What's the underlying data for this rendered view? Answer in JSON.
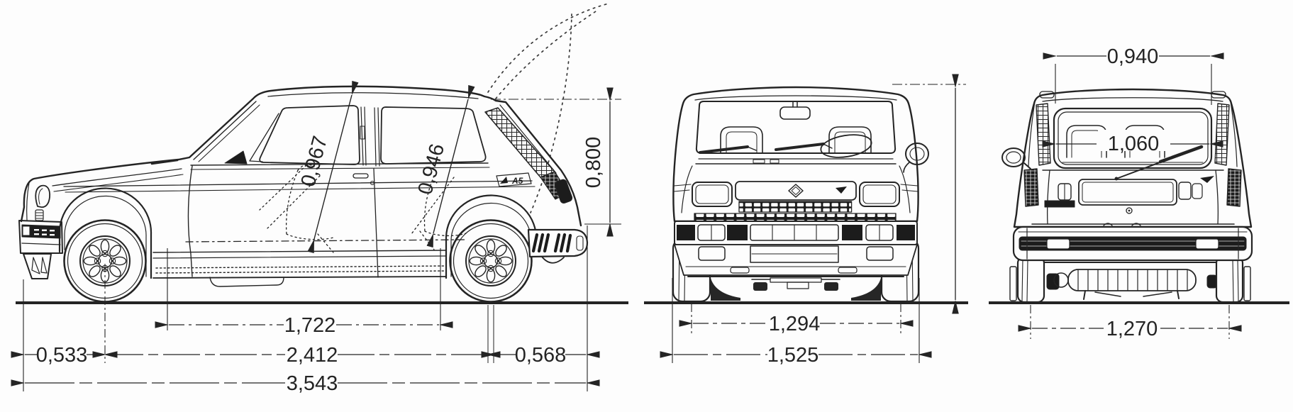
{
  "dimensions": {
    "side": {
      "interior_height_front": "0,967",
      "interior_height_rear": "0,946",
      "tailgate_height": "0,800",
      "interior_length": "1,722",
      "front_overhang": "0,533",
      "wheelbase": "2,412",
      "rear_overhang": "0,568",
      "overall_length": "3,543"
    },
    "front": {
      "front_track": "1,294",
      "overall_width": "1,525"
    },
    "rear": {
      "roof_width": "0,940",
      "rear_window_width": "1,060",
      "rear_track": "1,270"
    }
  },
  "badges": {
    "alpine_side": "A5"
  },
  "colors": {
    "ink": "#242424",
    "dark_fill": "#1c1c1c",
    "paper": "#fdfdfd"
  }
}
